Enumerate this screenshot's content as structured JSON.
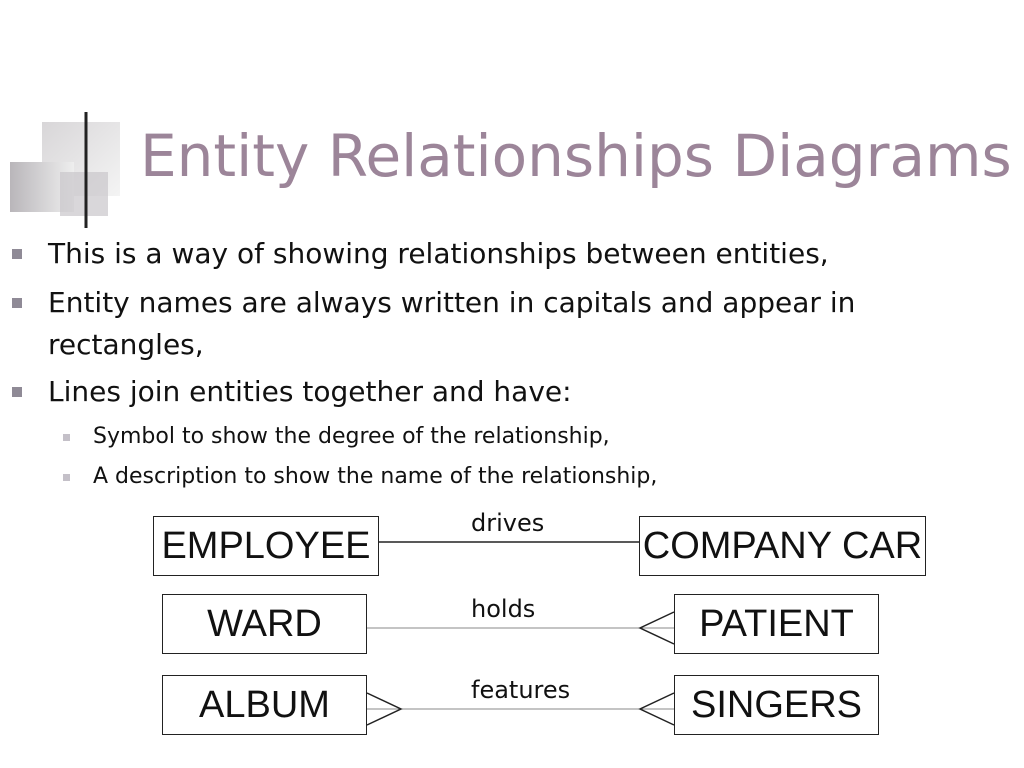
{
  "slide": {
    "title": "Entity Relationships Diagrams",
    "bullets": [
      "This is a way of showing relationships between entities,",
      "Entity names are always written in capitals and appear in rectangles,",
      "Lines join entities together and have:"
    ],
    "sub_bullets": [
      "Symbol to show the degree of the relationship,",
      "A description to show the name of the relationship,"
    ]
  },
  "diagram": {
    "rows": [
      {
        "left": "EMPLOYEE",
        "right": "COMPANY CAR",
        "relationship": "drives",
        "degree": "one-to-one"
      },
      {
        "left": "WARD",
        "right": "PATIENT",
        "relationship": "holds",
        "degree": "one-to-many"
      },
      {
        "left": "ALBUM",
        "right": "SINGERS",
        "relationship": "features",
        "degree": "many-to-many"
      }
    ]
  },
  "colors": {
    "title": "#9c8599",
    "bullet_marker": "#8f8a96",
    "sub_bullet_marker": "#c4c0c8",
    "text": "#111111"
  }
}
